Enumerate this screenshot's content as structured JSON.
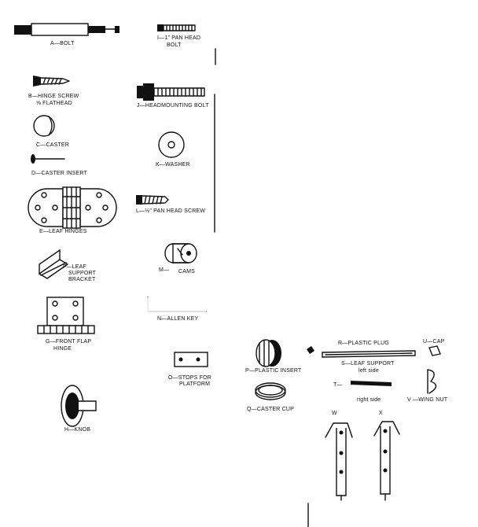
{
  "parts": {
    "a": "A—BOLT",
    "i_1": "I—1\" PAN HEAD",
    "i_2": "BOLT",
    "b_1": "B—HINGE SCREW",
    "b_2": "⅝ FLATHEAD",
    "j": "J—HEADMOUNTING BOLT",
    "c": "C—CASTER",
    "k": "K—WASHER",
    "d": "D—CASTER INSERT",
    "l": "L—½\" PAN HEAD SCREW",
    "e": "E—LEAF HINGES",
    "f_1": "F—LEAF",
    "f_2": "SUPPORT",
    "f_3": "BRACKET",
    "m_1": "M—",
    "m_2": "CAMS",
    "n": "N—ALLEN KEY",
    "g_1": "G—FRONT FLAP",
    "g_2": "HINGE",
    "o_1": "O—STOPS FOR",
    "o_2": "PLATFORM",
    "p": "P—PLASTIC INSERT",
    "r": "R—PLASTIC PLUG",
    "u": "U—CAP",
    "s_1": "S—LEAF SUPPORT",
    "s_2": "left side",
    "t_1": "T—",
    "t_2": "right side",
    "v": "V —WING NUT",
    "q": "Q—CASTER CUP",
    "h": "H—KNOB",
    "w": "W",
    "x": "X"
  }
}
